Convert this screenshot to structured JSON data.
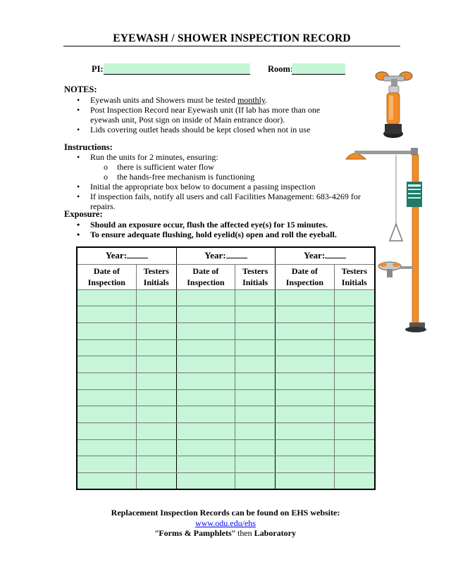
{
  "title": "EYEWASH / SHOWER  INSPECTION RECORD",
  "fields": {
    "pi_label": "PI:",
    "room_label": "Room:"
  },
  "notes": {
    "heading": "NOTES:",
    "items": [
      {
        "pre": "Eyewash units and Showers must be tested ",
        "emph": "monthly",
        "post": "."
      },
      {
        "line1": "Post Inspection Record near Eyewash unit (If lab has more than one",
        "line2": "eyewash unit, Post sign on inside of Main entrance door)."
      },
      {
        "text": "Lids covering outlet heads should be kept closed when not in use"
      }
    ]
  },
  "instructions": {
    "heading": "Instructions:",
    "item1": "Run the units for 2 minutes, ensuring:",
    "sub": [
      "there is sufficient water flow",
      "the hands-free mechanism is functioning"
    ],
    "item2": "Initial the appropriate box below to document a passing inspection",
    "item3": "If inspection fails, notify all users and call Facilities Management: 683-4269 for repairs."
  },
  "exposure": {
    "heading": "Exposure:",
    "items": [
      "Should an exposure occur, flush the affected eye(s) for 15 minutes.",
      "To ensure adequate flushing, hold eyelid(s) open and roll the eyeball."
    ]
  },
  "table": {
    "year_label": "Year:",
    "col_date_1": "Date of",
    "col_date_2": "Inspection",
    "col_test_1": "Testers",
    "col_test_2": "Initials",
    "row_count": 12,
    "fill_color": "#c6f5d8"
  },
  "footer": {
    "line1": "Replacement Inspection Records can be found on EHS website:",
    "link": "www.odu.edu/ehs",
    "line3_open": "“",
    "line3_bold1": "Forms & Pamphlets",
    "line3_mid": "”  then ",
    "line3_bold2": "Laboratory"
  },
  "icons": {
    "eyewash": "eyewash-station-icon",
    "shower": "safety-shower-icon",
    "accent": "#f28c28"
  }
}
